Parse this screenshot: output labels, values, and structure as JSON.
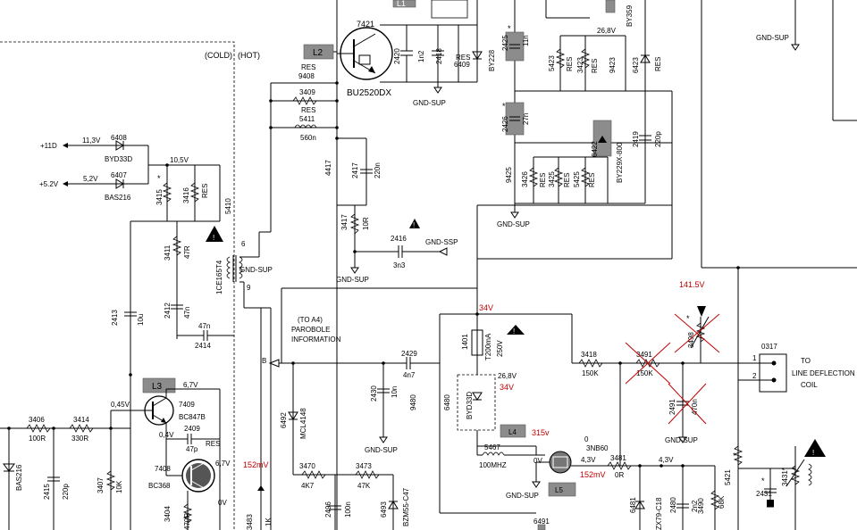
{
  "labels": {
    "cold": "(COLD)",
    "hot": "(HOT)",
    "t7421": "7421",
    "bu2520dx": "BU2520DX",
    "l1": "L1",
    "l2": "L2",
    "l3": "L3",
    "l4": "L4",
    "l5": "L5",
    "c2420": "2420",
    "c2420v": "1n2",
    "c2418": "2418",
    "r6409": "6409",
    "res_a": "RES",
    "d_by228": "BY228",
    "gnd_sup_top": "GND-SUP",
    "gnd_sup_tr": "GND-SUP",
    "c2425": "2425",
    "c2425v": "11n",
    "star_a": "*",
    "v268_top": "26,8V",
    "r5423": "5423",
    "res_b": "RES",
    "r3423": "3423",
    "res_c": "RES",
    "r9423": "9423",
    "d6423": "6423",
    "res_d": "RES",
    "c2426": "2426",
    "c2426v": "27n",
    "star_b": "*",
    "d6422": "6422",
    "by229": "BY229X-800",
    "c2419": "2419",
    "c2419v": "220p",
    "r9425": "9425",
    "r3426": "3426",
    "res_e": "RES",
    "r3425": "3425",
    "res_f": "RES",
    "r5425": "5425",
    "res_g": "RES",
    "gnd_sup_mid": "GND-SUP",
    "by_top": "BY359",
    "res_9408": "RES",
    "r9408": "9408",
    "r3409": "3409",
    "res_h": "RES",
    "r5411": "5411",
    "r5411v": "560n",
    "r4417": "4417",
    "c2417": "2417",
    "c2417v": "220n",
    "r3417": "3417",
    "r3417v": "10R",
    "c2416": "2416",
    "c2416v": "3n3",
    "gnd_ssp": "GND-SSP",
    "gnd_sup_3417": "GND-SUP",
    "v11": "+11D",
    "v11_3": "11,3V",
    "d6408": "6408",
    "byd33d_a": "BYD33D",
    "v52": "+5.2V",
    "v52b": "5,2V",
    "d6407": "6407",
    "bas216_a": "BAS216",
    "v105": "10,5V",
    "r3415": "3415",
    "star_c": "*",
    "r3416": "3416",
    "res_i": "RES",
    "t5410": "5410",
    "t5410p": "1CE165T4",
    "pin6": "6",
    "pin9": "9",
    "gnd_sup_t": "GND-SUP",
    "r3411": "3411",
    "r3411v": "47R",
    "c2413": "2413",
    "c2413v": "10u",
    "c2412": "2412",
    "c2412v": "47n",
    "c2414v": "47n",
    "c2414": "2414",
    "v045": "0,45V",
    "v67a": "6,7V",
    "t7409": "7409",
    "bc847b": "BC847B",
    "v04": "0,4V",
    "c2409": "2409",
    "c2409v": "47p",
    "res_j": "RES",
    "t7408": "7408",
    "bc368": "BC368",
    "v67b": "6,7V",
    "v0a": "0V",
    "r3406": "3406",
    "r3406v": "100R",
    "r3414": "3414",
    "r3414v": "330R",
    "bas216_b": "BAS216",
    "c2415": "2415",
    "c2415v": "220p",
    "r3407": "3407",
    "r3407v": "10K",
    "r3404": "3404",
    "r3404v": "470R",
    "to_a4": "(TO A4)",
    "parobole": "PAROBOLE",
    "information": "INFORMATION",
    "b_pin": "B",
    "c2429": "2429",
    "c2429v": "4n7",
    "c2430": "2430",
    "c2430v": "10n",
    "r9480": "9480",
    "gnd_sup_2430": "GND-SUP",
    "d6492": "6492",
    "mcl4148": "MCL4148",
    "r3470": "3470",
    "r3470v": "4K7",
    "r3473": "3473",
    "r3473v": "47K",
    "c2496": "2496",
    "c2496v": "100n",
    "d6493": "6493",
    "bzm55": "BZM55-C47",
    "r3483": "3483",
    "r3483v": "1K",
    "v152_left": "152mV",
    "v34a": "34V",
    "f1401": "1401",
    "f1401v": "T200mA",
    "f1401w": "250V",
    "v268b": "26,8V",
    "v34b": "34V",
    "d6480": "6480",
    "byd33d_b": "BYD33D",
    "r5467": "5467",
    "r5467v": "100MHZ",
    "v315": "315v",
    "v0b": "0V",
    "gnd_sup_l5": "GND-SUP",
    "d3nb": "3NB60",
    "n0": "0",
    "v43a": "4,3V",
    "r3481": "3481",
    "r3481v": "0R",
    "v152_mid": "152mV",
    "v43b": "4,3V",
    "r3418": "3418",
    "r3418v": "150K",
    "r3491": "3491",
    "r3491v": "150K",
    "r3498": "3498",
    "star_d": "*",
    "c2491": "2491",
    "c2491v": "470n",
    "gnd_sup_2491": "GND-SUP",
    "v1415": "141.5V",
    "c0317": "0317",
    "to": "TO",
    "line_defl": "LINE DEFLECTION",
    "coil": "COIL",
    "pin1": "1",
    "pin2": "2",
    "r5421": "5421",
    "star_e": "*",
    "c2431": "2431",
    "star_f": "*",
    "r3431": "3431*",
    "d6481": "6481",
    "zx79": "ZX79-C18",
    "c2480": "2480",
    "c2480v": "2n2",
    "r3490": "3490",
    "r3490v": "68K",
    "d6491": "6491",
    "gnd_sup_right": "GND-SUP"
  }
}
